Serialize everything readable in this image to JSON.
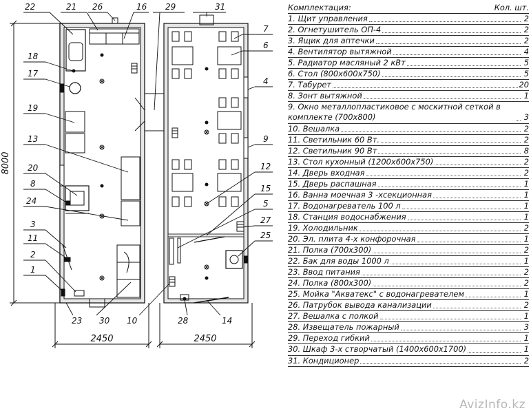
{
  "plan": {
    "callouts_left": [
      "22",
      "21",
      "26",
      "16",
      "18",
      "17",
      "19",
      "13",
      "20",
      "8",
      "24",
      "3",
      "11",
      "2",
      "1",
      "23",
      "30",
      "10",
      "29"
    ],
    "callouts_right": [
      "31",
      "7",
      "6",
      "4",
      "9",
      "12",
      "15",
      "5",
      "27",
      "25",
      "28",
      "14"
    ],
    "dim_height": "8000",
    "dim_width_left": "2450",
    "dim_width_right": "2450"
  },
  "spec": {
    "header_left": "Комплектация:",
    "header_right": "Кол. шт.",
    "items": [
      {
        "text": "1. Щит управления",
        "qty": "2"
      },
      {
        "text": "2. Огнетушитель ОП-4",
        "qty": "2"
      },
      {
        "text": "3. Ящик для аптечки",
        "qty": "2"
      },
      {
        "text": "4. Вентилятор вытяжной",
        "qty": "4"
      },
      {
        "text": "5. Радиатор масляный 2 кВт",
        "qty": "5"
      },
      {
        "text": "6. Стол (800х600х750)",
        "qty": "5"
      },
      {
        "text": "7. Табурет",
        "qty": "20"
      },
      {
        "text": "8. Зонт вытяжной",
        "qty": "1"
      },
      {
        "text": "9. Окно металлопластиковое с москитной сеткой в комплекте (700х800)",
        "qty": "3"
      },
      {
        "text": "10. Вешалка",
        "qty": "2"
      },
      {
        "text": "11. Светильник 60 Вт.",
        "qty": "2"
      },
      {
        "text": "12. Светильник 90 Вт",
        "qty": "8"
      },
      {
        "text": "13. Стол кухонный (1200х600х750)",
        "qty": "2"
      },
      {
        "text": "14. Дверь входная",
        "qty": "2"
      },
      {
        "text": "15. Дверь распашная",
        "qty": "1"
      },
      {
        "text": "16. Ванна моечная 3 -хсекционная",
        "qty": "1"
      },
      {
        "text": "17. Водонагреватель 100 л",
        "qty": "1"
      },
      {
        "text": "18. Станция водоснабжения",
        "qty": "1"
      },
      {
        "text": "19. Холодильник",
        "qty": "2"
      },
      {
        "text": "20. Эл. плита 4-х конфорочная",
        "qty": "1"
      },
      {
        "text": "21. Полка (700х300)",
        "qty": "2"
      },
      {
        "text": "22. Бак для воды 1000 л",
        "qty": "1"
      },
      {
        "text": "23. Ввод питания",
        "qty": "2"
      },
      {
        "text": "24. Полка (800х300)",
        "qty": "2"
      },
      {
        "text": "25. Мойка \"Акватекс\" с водонагревателем",
        "qty": "1"
      },
      {
        "text": "26. Патрубок вывода канализации",
        "qty": "2"
      },
      {
        "text": "27. Вешалка с полкой",
        "qty": "1"
      },
      {
        "text": "28. Извещатель пожарный",
        "qty": "3"
      },
      {
        "text": "29. Переход гибкий",
        "qty": "1"
      },
      {
        "text": "30. Шкаф 3-х створчатый (1400х600х1700)",
        "qty": "1"
      },
      {
        "text": "31. Кондиционер",
        "qty": "2"
      }
    ]
  },
  "watermark": "AvizInfo.kz"
}
